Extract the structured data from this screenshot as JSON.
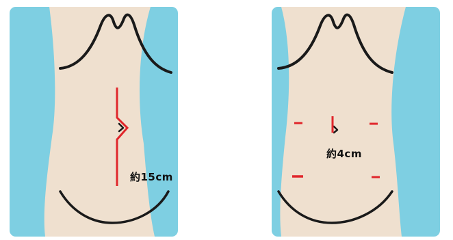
{
  "panels": [
    {
      "id": "open-surgery",
      "incision_label": "約15cm"
    },
    {
      "id": "laparoscopic-surgery",
      "incision_label": "約4cm"
    }
  ],
  "colors": {
    "background": "#7ecfe2",
    "skin": "#efe0cf",
    "outline": "#1a1a1a",
    "incision": "#e0262b"
  },
  "icons": {
    "chest": "chest-outline",
    "belly": "abdomen-curve",
    "navel": "navel-mark"
  }
}
